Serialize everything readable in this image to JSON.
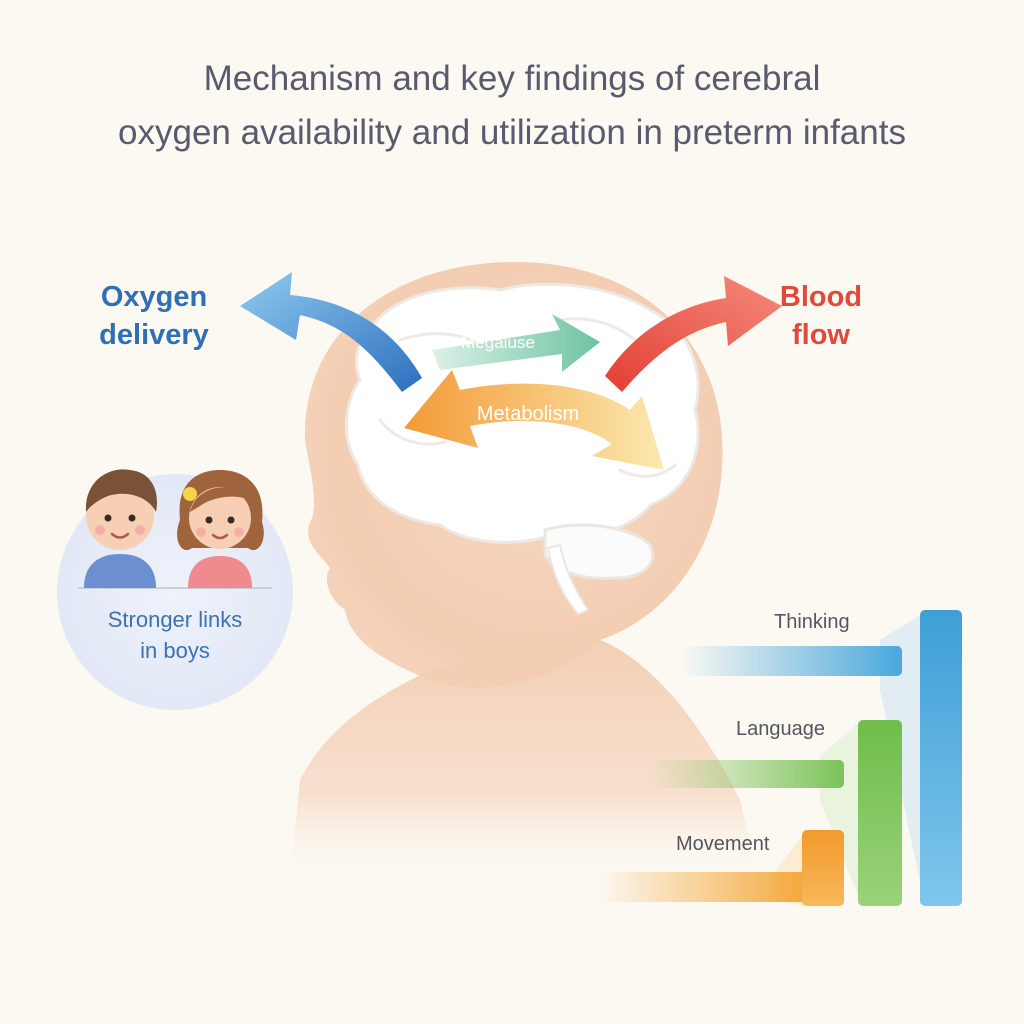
{
  "title": {
    "line1": "Mechanism and key findings of cerebral",
    "line2": "oxygen availability and utilization in preterm infants"
  },
  "labels": {
    "oxygen_delivery": [
      "Oxygen",
      "delivery"
    ],
    "blood_flow": [
      "Blood",
      "flow"
    ],
    "metabolism": "Metabolism",
    "upper_arrow_text": "Megaluse"
  },
  "sex_note": {
    "text": [
      "Stronger links",
      "in boys"
    ]
  },
  "outcomes": [
    "Thinking",
    "Language",
    "Movement"
  ],
  "colors": {
    "oxygen": "#3f86cf",
    "blood": "#e5483a",
    "metabolism": "#f4a23e",
    "upper_arrow": "#6fc4a2",
    "thinking": "#4aa8dc",
    "language": "#7cc35a",
    "movement": "#f4a73a",
    "skin": "#f6d3b8"
  }
}
